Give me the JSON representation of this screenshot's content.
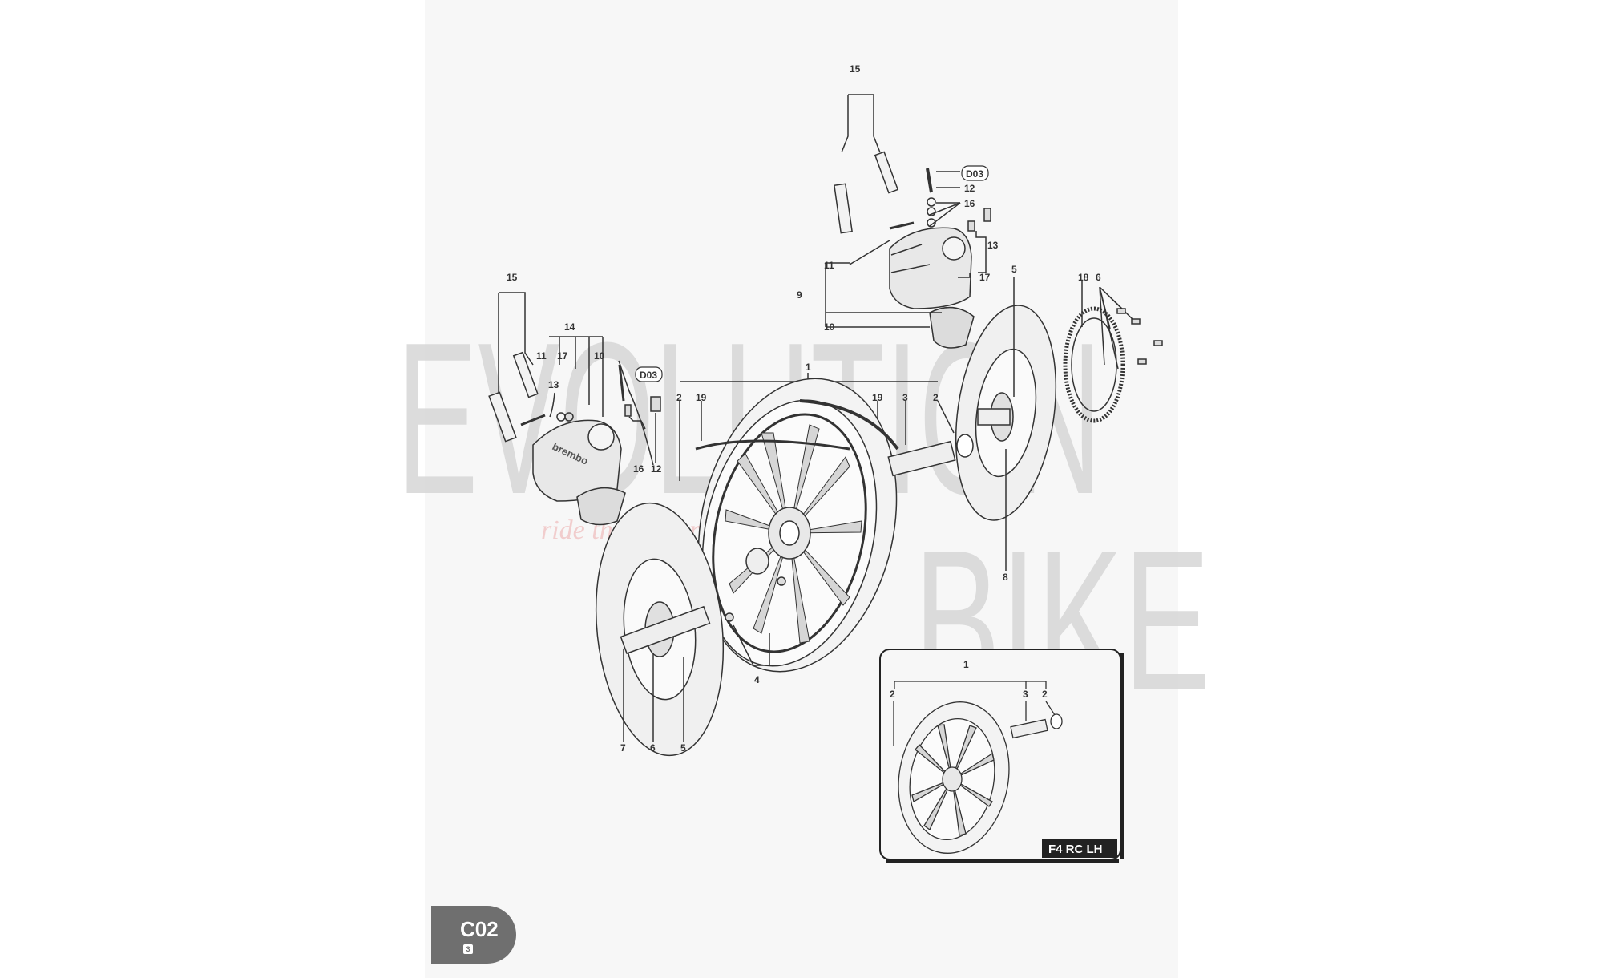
{
  "watermark": {
    "line1": "EVOLUTION",
    "line2": "BIKE",
    "tagline": "ride the power"
  },
  "callouts": {
    "n1": "1",
    "n2": "2",
    "n3": "3",
    "n4": "4",
    "n5": "5",
    "n6": "6",
    "n7": "7",
    "n8": "8",
    "n9": "9",
    "n10": "10",
    "n11": "11",
    "n12": "12",
    "n13": "13",
    "n14": "14",
    "n15": "15",
    "n16": "16",
    "n17": "17",
    "n18": "18",
    "n19": "19",
    "d03": "D03"
  },
  "caliper_brand": "brembo",
  "inset": {
    "label": "F4 RC LH"
  },
  "page_badge": {
    "code": "C02",
    "sub": "3"
  }
}
